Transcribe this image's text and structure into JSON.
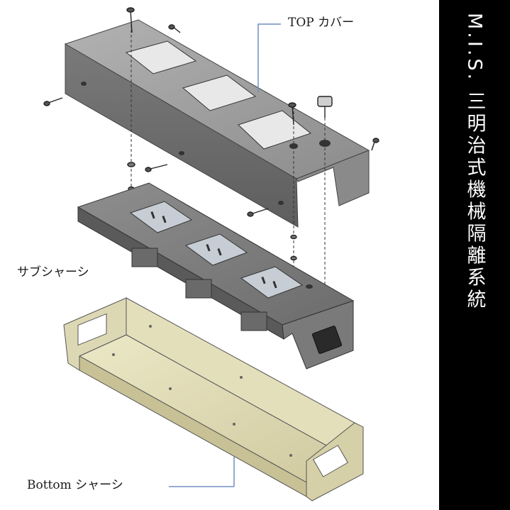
{
  "labels": {
    "top_cover": "TOP カバー",
    "sub_chassis": "サブシャーシ",
    "bottom_chassis": "Bottom シャーシ"
  },
  "banner": {
    "text": "M.I.S. 三明治式機械隔離系統"
  },
  "colors": {
    "leader_line": "#6f8fc0",
    "top_cover_face": "#9a9a9a",
    "sub_chassis_face": "#8a8a8a",
    "outlet_face": "#c7cdd4",
    "bottom_chassis_face": "#ddd8b4",
    "banner_bg": "#000000",
    "banner_text": "#ffffff"
  }
}
